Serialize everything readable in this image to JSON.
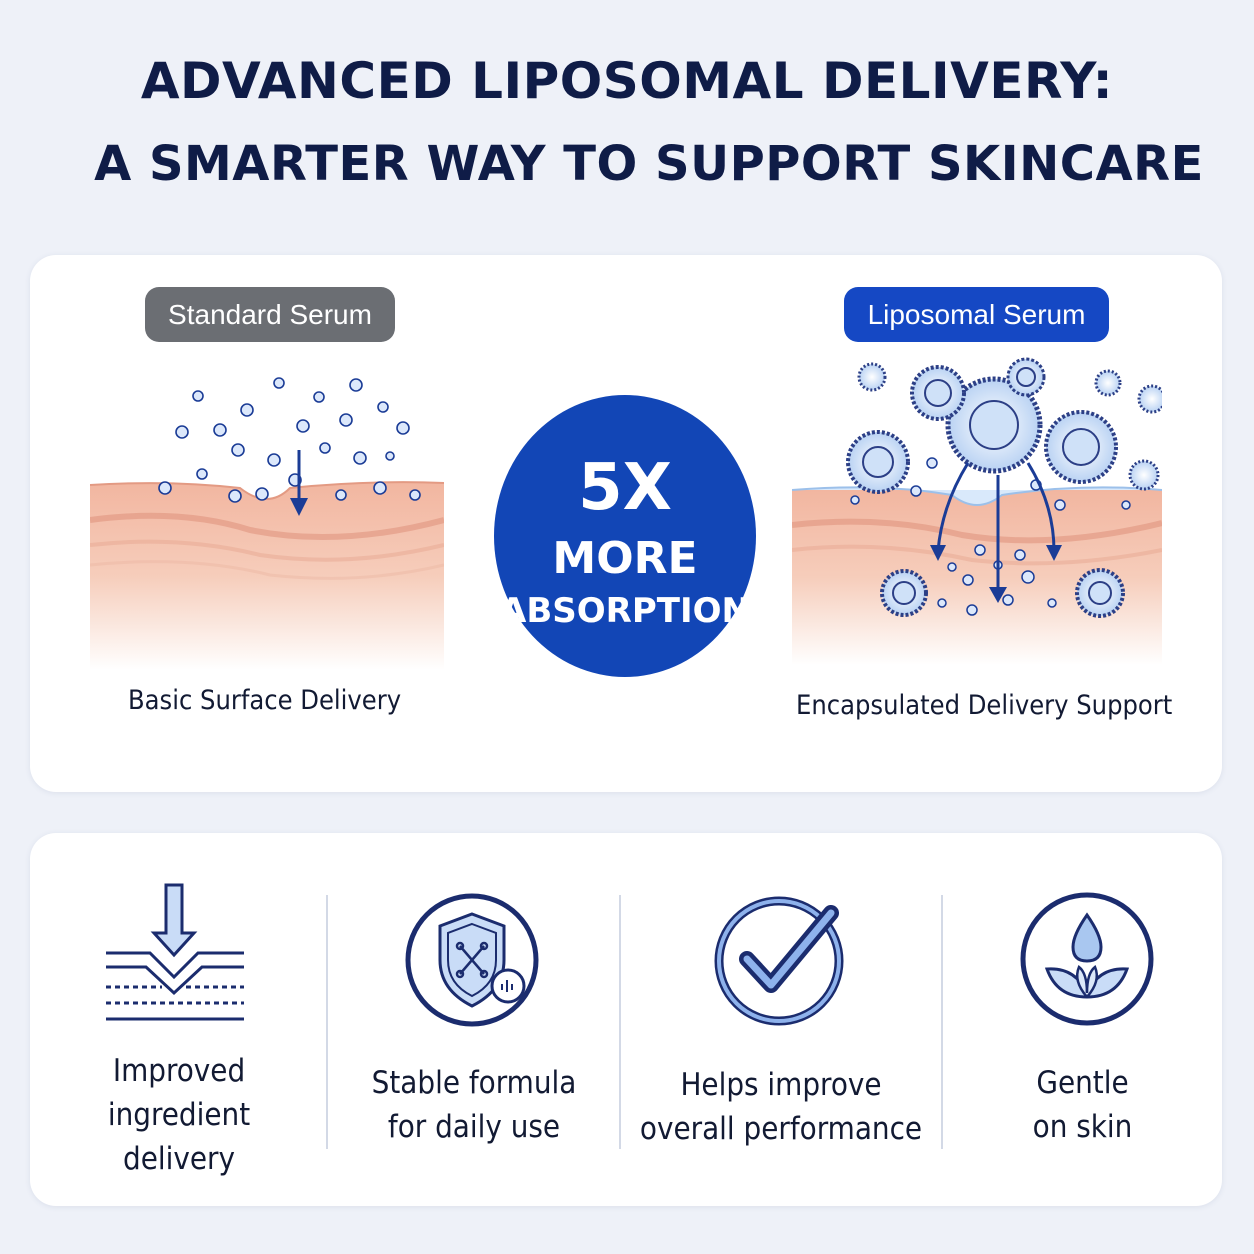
{
  "header": {
    "line1": "ADVANCED LIPOSOMAL DELIVERY:",
    "line2": "A SMARTER WAY TO SUPPORT SKINCARE"
  },
  "comparison": {
    "standard": {
      "label": "Standard Serum",
      "caption": "Basic Surface Delivery",
      "pill_color": "#6b6e73"
    },
    "liposomal": {
      "label": "Liposomal Serum",
      "caption": "Encapsulated Delivery Support",
      "pill_color": "#1548c4"
    },
    "badge": {
      "value": "5X",
      "line1": "MORE",
      "line2": "ABSORPTION",
      "color": "#1246b6"
    }
  },
  "features": [
    {
      "icon": "skin-absorption-icon",
      "label_lines": [
        "Improved",
        "ingredient",
        "delivery"
      ]
    },
    {
      "icon": "shield-stability-icon",
      "label_lines": [
        "Stable formula",
        "for daily use"
      ]
    },
    {
      "icon": "checkmark-circle-icon",
      "label_lines": [
        "Helps improve",
        "overall performance"
      ]
    },
    {
      "icon": "leaf-droplet-icon",
      "label_lines": [
        "Gentle",
        "on skin"
      ]
    }
  ],
  "colors": {
    "navy": "#0f1c47",
    "accent_blue": "#1246b6",
    "icon_outline": "#1b2c6e",
    "skin": "#f4c3ad"
  }
}
